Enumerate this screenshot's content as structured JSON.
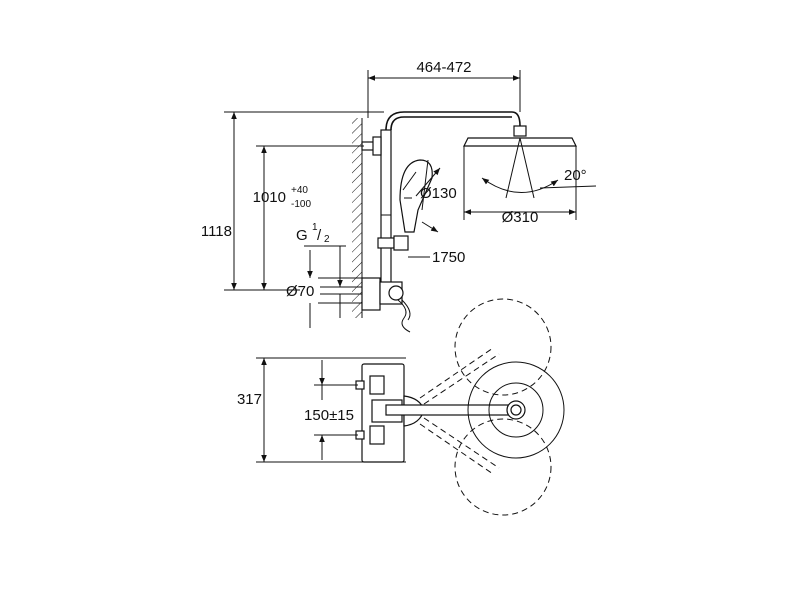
{
  "dimensions": {
    "arm_reach": "464-472",
    "head_angle": "20°",
    "hand_shower_dia": "Ø130",
    "head_dia": "Ø310",
    "hose_length": "1750",
    "height_outlet": "1010",
    "height_tol_plus": "+40",
    "height_tol_minus": "-100",
    "total_height": "1118",
    "thread": "G",
    "thread_num": "1",
    "thread_den": "2",
    "rosette_dia": "Ø70",
    "mixer_height": "317",
    "inlet_spacing": "150±15"
  }
}
